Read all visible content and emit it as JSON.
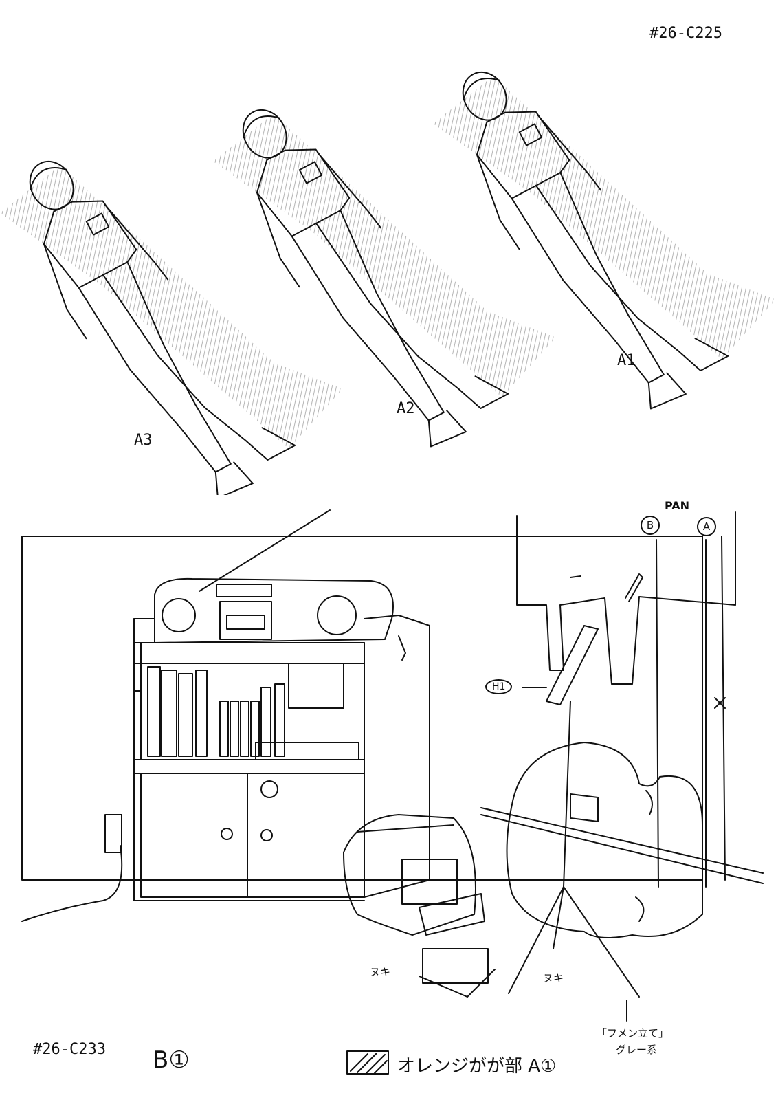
{
  "sheet_top": {
    "cut_id": "#26-C225",
    "poses": [
      {
        "label": "A3"
      },
      {
        "label": "A2"
      },
      {
        "label": "A1"
      }
    ]
  },
  "sheet_bottom": {
    "cut_id": "#26-C233",
    "bg_code": "B①",
    "pan_label": "PAN",
    "pan_markers": [
      "B",
      "A"
    ],
    "h_marker": "H1",
    "note_left_1": "ヌキ",
    "note_left_2": "ヌキ",
    "legend_text": "オレンジがが部 A①",
    "stand_note_1": "「フメン立て」",
    "stand_note_2": "グレー系"
  },
  "colors": {
    "ink": "#111111",
    "paper": "#ffffff",
    "shade": "#9a9a9a"
  }
}
